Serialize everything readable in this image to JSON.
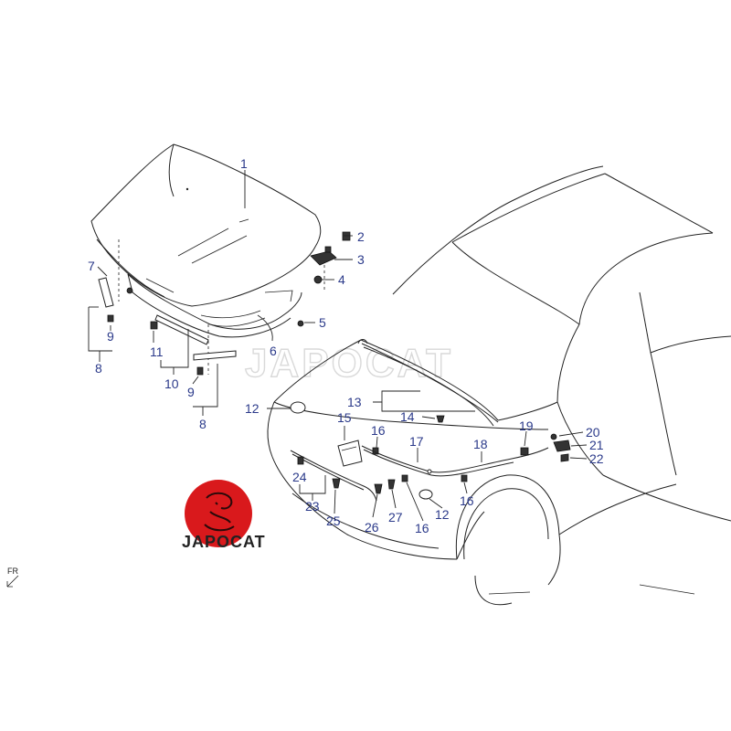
{
  "diagram": {
    "watermark": "JAPOCAT",
    "logo_text": "JAPOCAT",
    "direction_marker": "FR",
    "callouts": [
      {
        "id": "c1",
        "text": "1"
      },
      {
        "id": "c2",
        "text": "2"
      },
      {
        "id": "c3",
        "text": "3"
      },
      {
        "id": "c4",
        "text": "4"
      },
      {
        "id": "c5",
        "text": "5"
      },
      {
        "id": "c6",
        "text": "6"
      },
      {
        "id": "c7",
        "text": "7"
      },
      {
        "id": "c9a",
        "text": "9"
      },
      {
        "id": "c8a",
        "text": "8"
      },
      {
        "id": "c11",
        "text": "11"
      },
      {
        "id": "c10",
        "text": "10"
      },
      {
        "id": "c9b",
        "text": "9"
      },
      {
        "id": "c8b",
        "text": "8"
      },
      {
        "id": "c12a",
        "text": "12"
      },
      {
        "id": "c13",
        "text": "13"
      },
      {
        "id": "c14",
        "text": "14"
      },
      {
        "id": "c15",
        "text": "15"
      },
      {
        "id": "c16a",
        "text": "16"
      },
      {
        "id": "c17",
        "text": "17"
      },
      {
        "id": "c18",
        "text": "18"
      },
      {
        "id": "c19",
        "text": "19"
      },
      {
        "id": "c20",
        "text": "20"
      },
      {
        "id": "c21",
        "text": "21"
      },
      {
        "id": "c22",
        "text": "22"
      },
      {
        "id": "c24",
        "text": "24"
      },
      {
        "id": "c23",
        "text": "23"
      },
      {
        "id": "c25",
        "text": "25"
      },
      {
        "id": "c26",
        "text": "26"
      },
      {
        "id": "c27",
        "text": "27"
      },
      {
        "id": "c16b",
        "text": "16"
      },
      {
        "id": "c12b",
        "text": "12"
      },
      {
        "id": "c16c",
        "text": "16"
      }
    ],
    "colors": {
      "label": "#2b3a8a",
      "line": "#222222",
      "logo_red": "#d9191c",
      "watermark": "#d9d9d9"
    }
  }
}
